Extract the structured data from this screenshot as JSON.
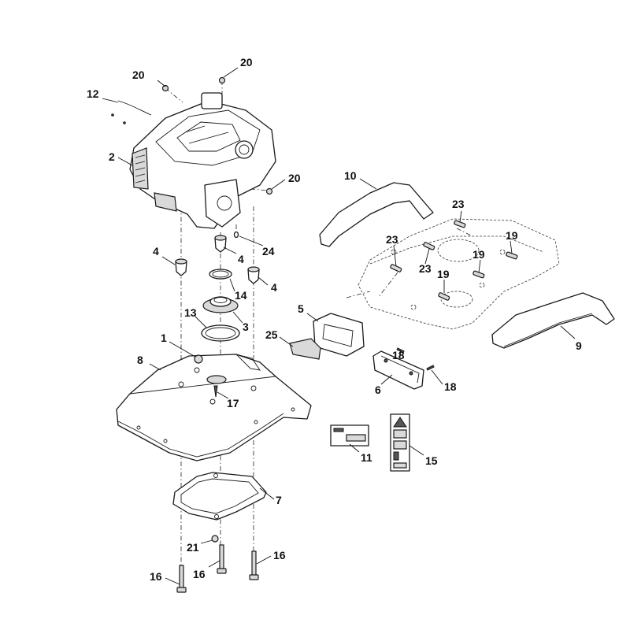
{
  "callouts": {
    "p1": "1",
    "p2": "2",
    "p3": "3",
    "p4a": "4",
    "p4b": "4",
    "p4c": "4",
    "p5": "5",
    "p6": "6",
    "p7": "7",
    "p8": "8",
    "p9": "9",
    "p10": "10",
    "p11": "11",
    "p12": "12",
    "p13": "13",
    "p14": "14",
    "p15": "15",
    "p16a": "16",
    "p16b": "16",
    "p16c": "16",
    "p17": "17",
    "p18a": "18",
    "p18b": "18",
    "p19a": "19",
    "p19b": "19",
    "p20a": "20",
    "p20b": "20",
    "p20c": "20",
    "p21": "21",
    "p23a": "23",
    "p23b": "23",
    "p23c": "23",
    "p24": "24",
    "p25": "25"
  }
}
